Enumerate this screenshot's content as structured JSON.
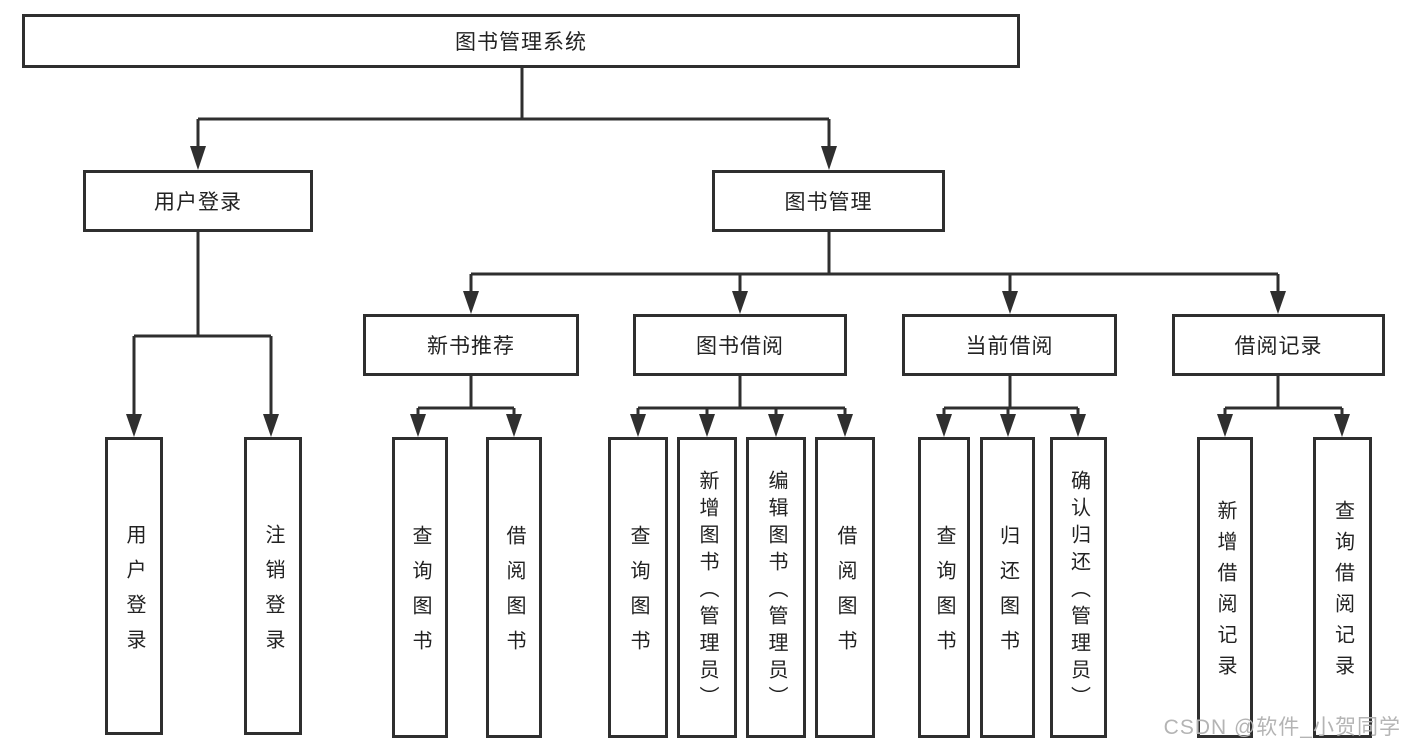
{
  "diagram_title": "图书管理系统",
  "nodes": {
    "root": "图书管理系统",
    "user_login": "用户登录",
    "book_management": "图书管理",
    "new_book_recommend": "新书推荐",
    "book_borrow": "图书借阅",
    "current_borrow": "当前借阅",
    "borrow_records": "借阅记录"
  },
  "leaves": {
    "login": [
      "用户登录",
      "注销登录"
    ],
    "recommend": [
      "查询图书",
      "借阅图书"
    ],
    "borrow": [
      "查询图书",
      "新增图书（管理员）",
      "编辑图书（管理员）",
      "借阅图书"
    ],
    "current": [
      "查询图书",
      "归还图书",
      "确认归还（管理员）"
    ],
    "records": [
      "新增借阅记录",
      "查询借阅记录"
    ]
  },
  "watermark": {
    "text": "CSDN @软件_小贺同学"
  },
  "colors": {
    "line": "#2f2f2f",
    "text": "#222222",
    "background": "#ffffff",
    "watermark": "#b4b4b4"
  }
}
